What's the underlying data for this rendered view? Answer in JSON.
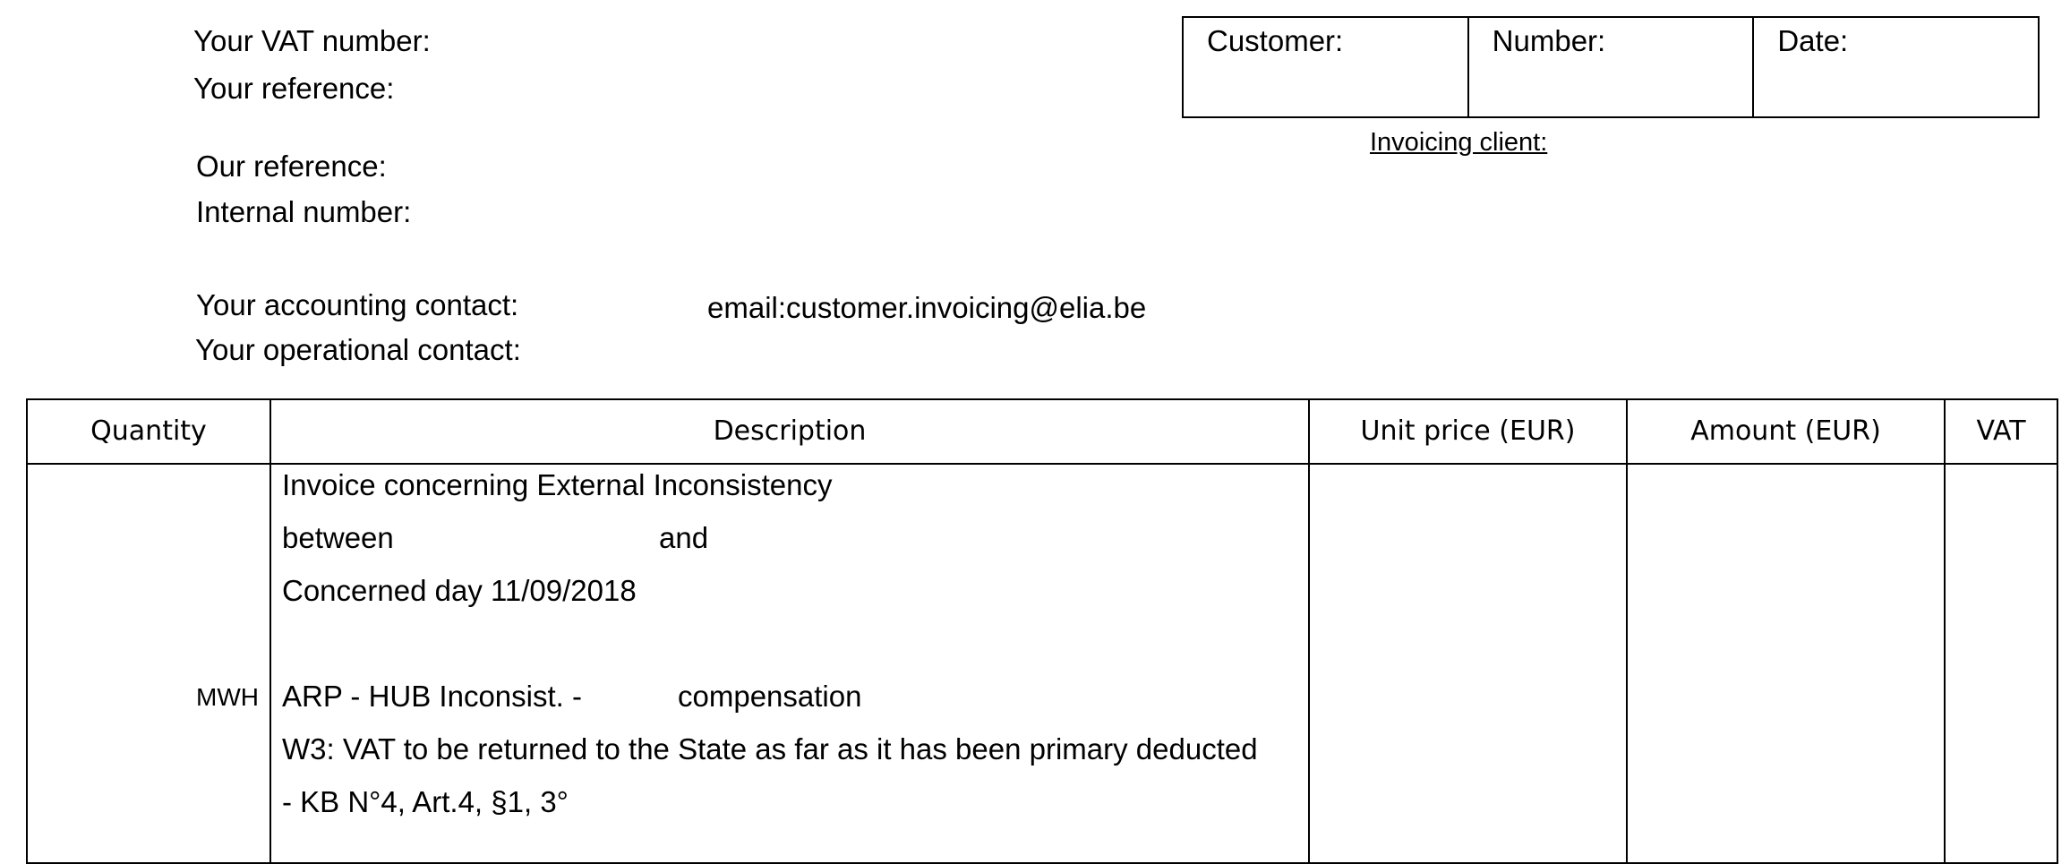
{
  "header": {
    "vat_label": "Your VAT number:",
    "your_ref_label": "Your reference:",
    "our_ref_label": "Our reference:",
    "internal_number_label": "Internal number:",
    "accounting_contact_label": "Your accounting contact:",
    "accounting_email": "email:customer.invoicing@elia.be",
    "operational_contact_label": "Your operational contact:"
  },
  "infobox": {
    "customer_label": "Customer:",
    "number_label": "Number:",
    "date_label": "Date:"
  },
  "invoicing_client_label": "Invoicing client:",
  "table": {
    "headers": [
      "Quantity",
      "Description",
      "Unit price (EUR)",
      "Amount (EUR)",
      "VAT"
    ],
    "unit": "MWH",
    "desc": {
      "line1": "Invoice concerning External Inconsistency",
      "between": "between",
      "and": "and",
      "concerned_day": "Concerned day  11/09/2018",
      "arp_label": "ARP - HUB Inconsist. -",
      "compensation": "compensation",
      "w3": "W3: VAT to be returned to the State as far as it has been primary deducted",
      "kb": "- KB N°4, Art.4, §1, 3°"
    }
  }
}
